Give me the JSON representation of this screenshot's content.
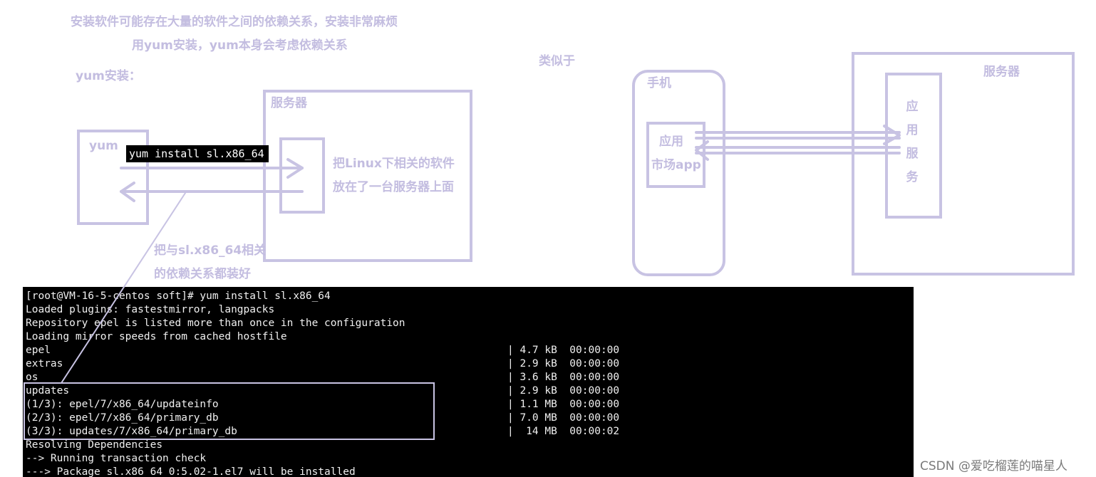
{
  "annotations": {
    "top_line1": "安装软件可能存在大量的软件之间的依赖关系，安装非常麻烦",
    "top_line2": "用yum安装，yum本身会考虑依赖关系",
    "yum_install_heading": "yum安装：",
    "similar_to": "类似于",
    "yum_box_label": "yum",
    "server_box_label": "服务器",
    "server_desc_line1": "把Linux下相关的软件",
    "server_desc_line2": "放在了一台服务器上面",
    "dep_note_line1": "把与sl.x86_64相关",
    "dep_note_line2": "的依赖关系都装好",
    "phone_label": "手机",
    "app_market_line1": "应用",
    "app_market_line2": "市场app",
    "server2_label": "服务器",
    "app_service_chars": [
      "应",
      "用",
      "服",
      "务"
    ]
  },
  "command_label": "yum install sl.x86_64",
  "terminal": {
    "lines": [
      {
        "left": "[root@VM-16-5-centos soft]# yum install sl.x86_64",
        "right": ""
      },
      {
        "left": "Loaded plugins: fastestmirror, langpacks",
        "right": ""
      },
      {
        "left": "Repository epel is listed more than once in the configuration",
        "right": ""
      },
      {
        "left": "Loading mirror speeds from cached hostfile",
        "right": ""
      },
      {
        "left": "epel",
        "right": "| 4.7 kB  00:00:00"
      },
      {
        "left": "extras",
        "right": "| 2.9 kB  00:00:00"
      },
      {
        "left": "os",
        "right": "| 3.6 kB  00:00:00"
      },
      {
        "left": "updates",
        "right": "| 2.9 kB  00:00:00"
      },
      {
        "left": "(1/3): epel/7/x86_64/updateinfo",
        "right": "| 1.1 MB  00:00:00"
      },
      {
        "left": "(2/3): epel/7/x86_64/primary_db",
        "right": "| 7.0 MB  00:00:00"
      },
      {
        "left": "(3/3): updates/7/x86_64/primary_db",
        "right": "|  14 MB  00:00:02"
      },
      {
        "left": "Resolving Dependencies",
        "right": ""
      },
      {
        "left": "--> Running transaction check",
        "right": ""
      },
      {
        "left": "---> Package sl.x86_64 0:5.02-1.el7 will be installed",
        "right": ""
      }
    ]
  },
  "watermark": "CSDN @爱吃榴莲的喵星人",
  "colors": {
    "annotation": "#c3bde0",
    "box_border": "#c8c3e3",
    "terminal_bg": "#000000",
    "terminal_text": "#f0f0f0"
  }
}
